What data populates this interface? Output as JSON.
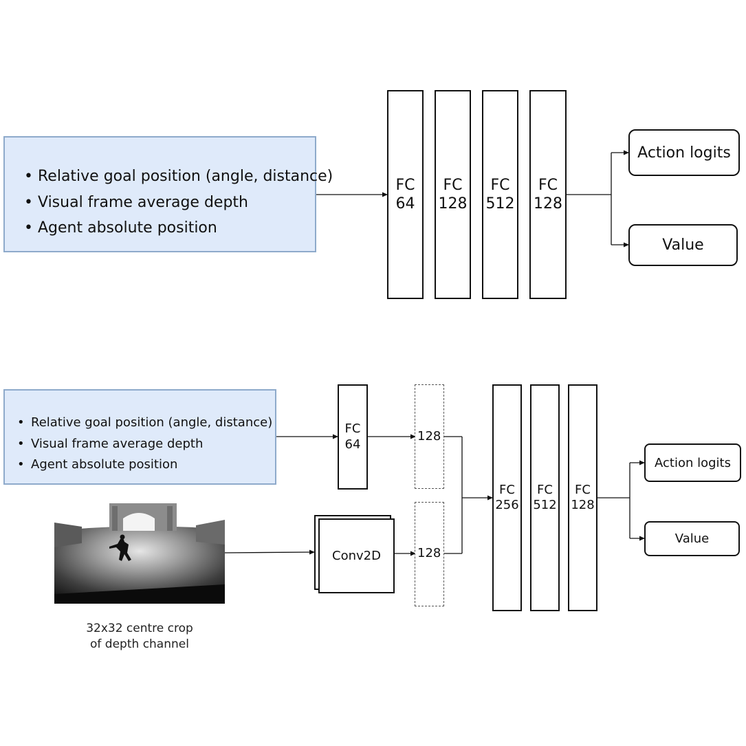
{
  "top": {
    "inputs": [
      "Relative goal position (angle, distance)",
      "Visual frame average depth",
      "Agent absolute position"
    ],
    "layers": [
      {
        "type": "FC",
        "size": "64"
      },
      {
        "type": "FC",
        "size": "128"
      },
      {
        "type": "FC",
        "size": "512"
      },
      {
        "type": "FC",
        "size": "128"
      }
    ],
    "outputs": [
      "Action logits",
      "Value"
    ]
  },
  "bottom": {
    "inputs": [
      "Relative goal position (angle, distance)",
      "Visual frame average depth",
      "Agent absolute position"
    ],
    "fc_in": {
      "type": "FC",
      "size": "64"
    },
    "conv": "Conv2D",
    "embed_a": "128",
    "embed_b": "128",
    "layers": [
      {
        "type": "FC",
        "size": "256"
      },
      {
        "type": "FC",
        "size": "512"
      },
      {
        "type": "FC",
        "size": "128"
      }
    ],
    "outputs": [
      "Action logits",
      "Value"
    ],
    "caption_line1": "32x32 centre crop",
    "caption_line2": "of depth channel"
  },
  "colors": {
    "input_fill": "#dfeafa",
    "input_border": "#8eaacb",
    "stroke": "#111111"
  }
}
